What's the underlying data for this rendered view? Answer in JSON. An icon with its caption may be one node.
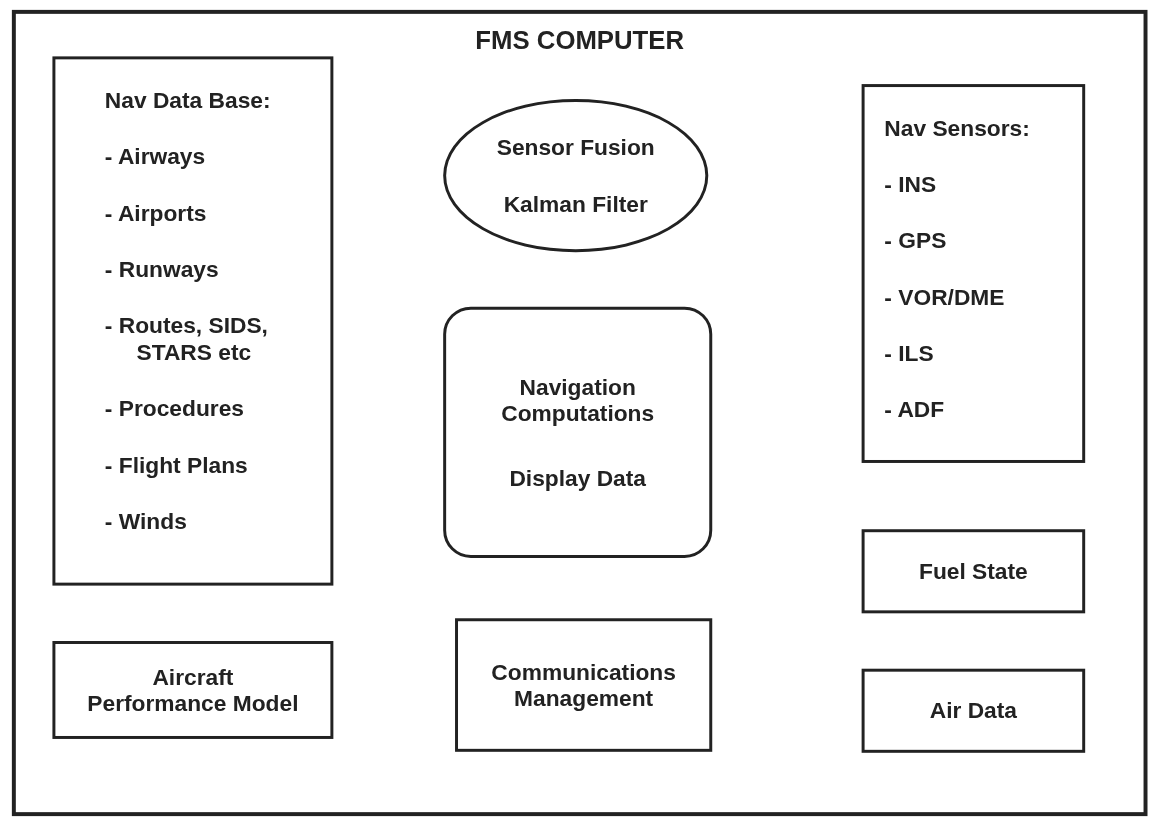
{
  "diagram": {
    "nodes": [
      {
        "text": [
          "FMS COMPUTER"
        ]
      },
      {
        "text": [
          "Nav Data Base:",
          "- Airways",
          "- Airports",
          "- Runways",
          "- Routes, SIDS, STARS etc",
          "- Procedures",
          "- Flight Plans",
          "- Winds"
        ],
        "in": 0
      },
      {
        "text": [
          "Sensor Fusion",
          "Kalman Filter"
        ],
        "in": 0
      },
      {
        "text": [
          "Nav Sensors:",
          "- INS",
          "- GPS",
          "- VOR/DME",
          "- ILS",
          "- ADF"
        ],
        "in": 0
      },
      {
        "text": [
          "Navigation Computations",
          "Display Data"
        ],
        "in": 0
      },
      {
        "text": [
          "Fuel State"
        ],
        "in": 0
      },
      {
        "text": [
          "Aircraft Performance Model"
        ],
        "in": 0
      },
      {
        "text": [
          "Communications Management"
        ],
        "in": 0
      },
      {
        "text": [
          "Air Data"
        ],
        "in": 0
      }
    ]
  }
}
